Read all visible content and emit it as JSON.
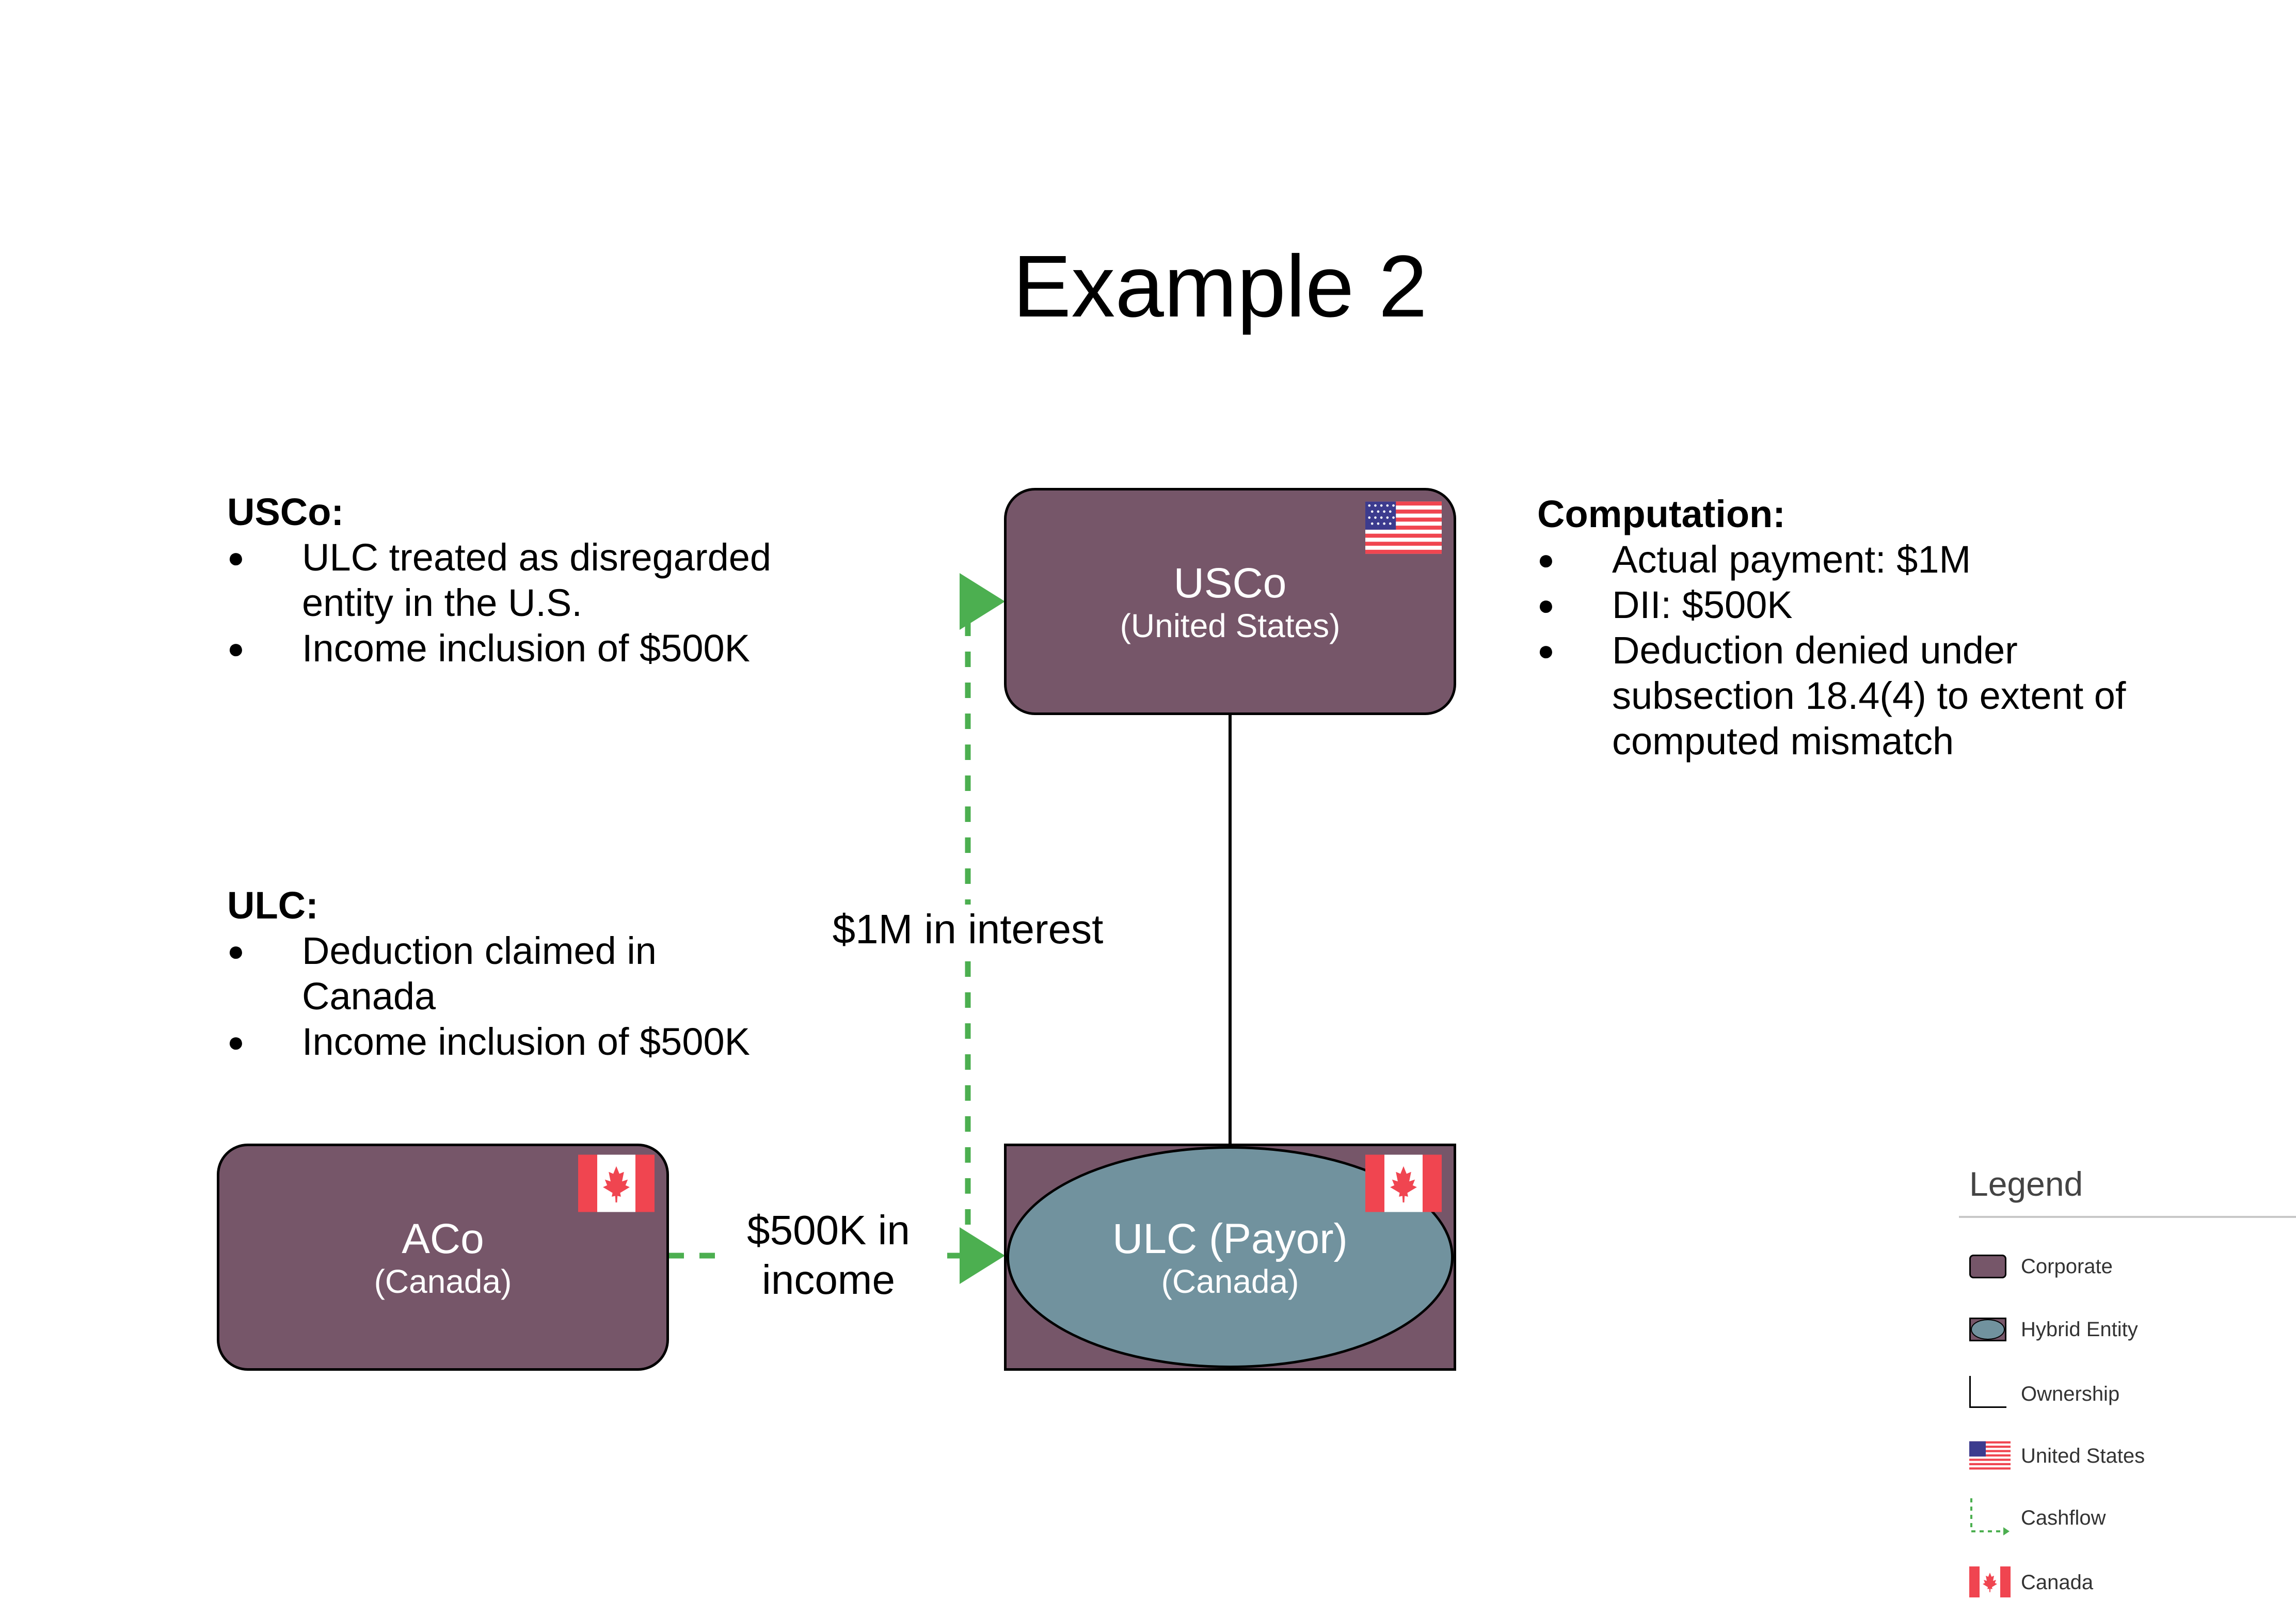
{
  "title": "Example 2",
  "usco_notes": {
    "heading": "USCo:",
    "bullets": [
      "ULC treated as disregarded entity in the U.S.",
      "Income inclusion of $500K"
    ]
  },
  "ulc_notes": {
    "heading": "ULC:",
    "bullets": [
      "Deduction claimed in Canada",
      "Income inclusion of $500K"
    ]
  },
  "computation": {
    "heading": "Computation:",
    "bullets": [
      "Actual payment: $1M",
      "DII: $500K",
      "Deduction denied under subsection 18.4(4) to extent of computed mismatch"
    ]
  },
  "entities": {
    "usco": {
      "name": "USCo",
      "country": "(United States)",
      "flag": "us-flag-icon"
    },
    "aco": {
      "name": "ACo",
      "country": "(Canada)",
      "flag": "canada-flag-icon"
    },
    "ulc": {
      "name": "ULC (Payor)",
      "country": "(Canada)",
      "flag": "canada-flag-icon"
    }
  },
  "flows": {
    "interest_label": "$1M in interest",
    "income_label_line1": "$500K in",
    "income_label_line2": "income"
  },
  "legend": {
    "title": "Legend",
    "items": [
      "Corporate",
      "Hybrid Entity",
      "Ownership",
      "United States",
      "Cashflow",
      "Canada"
    ]
  },
  "colors": {
    "corporate": "#765669",
    "hybrid": "#71929E",
    "cashflow": "#4CAF50",
    "flag_red": "#F04550"
  }
}
